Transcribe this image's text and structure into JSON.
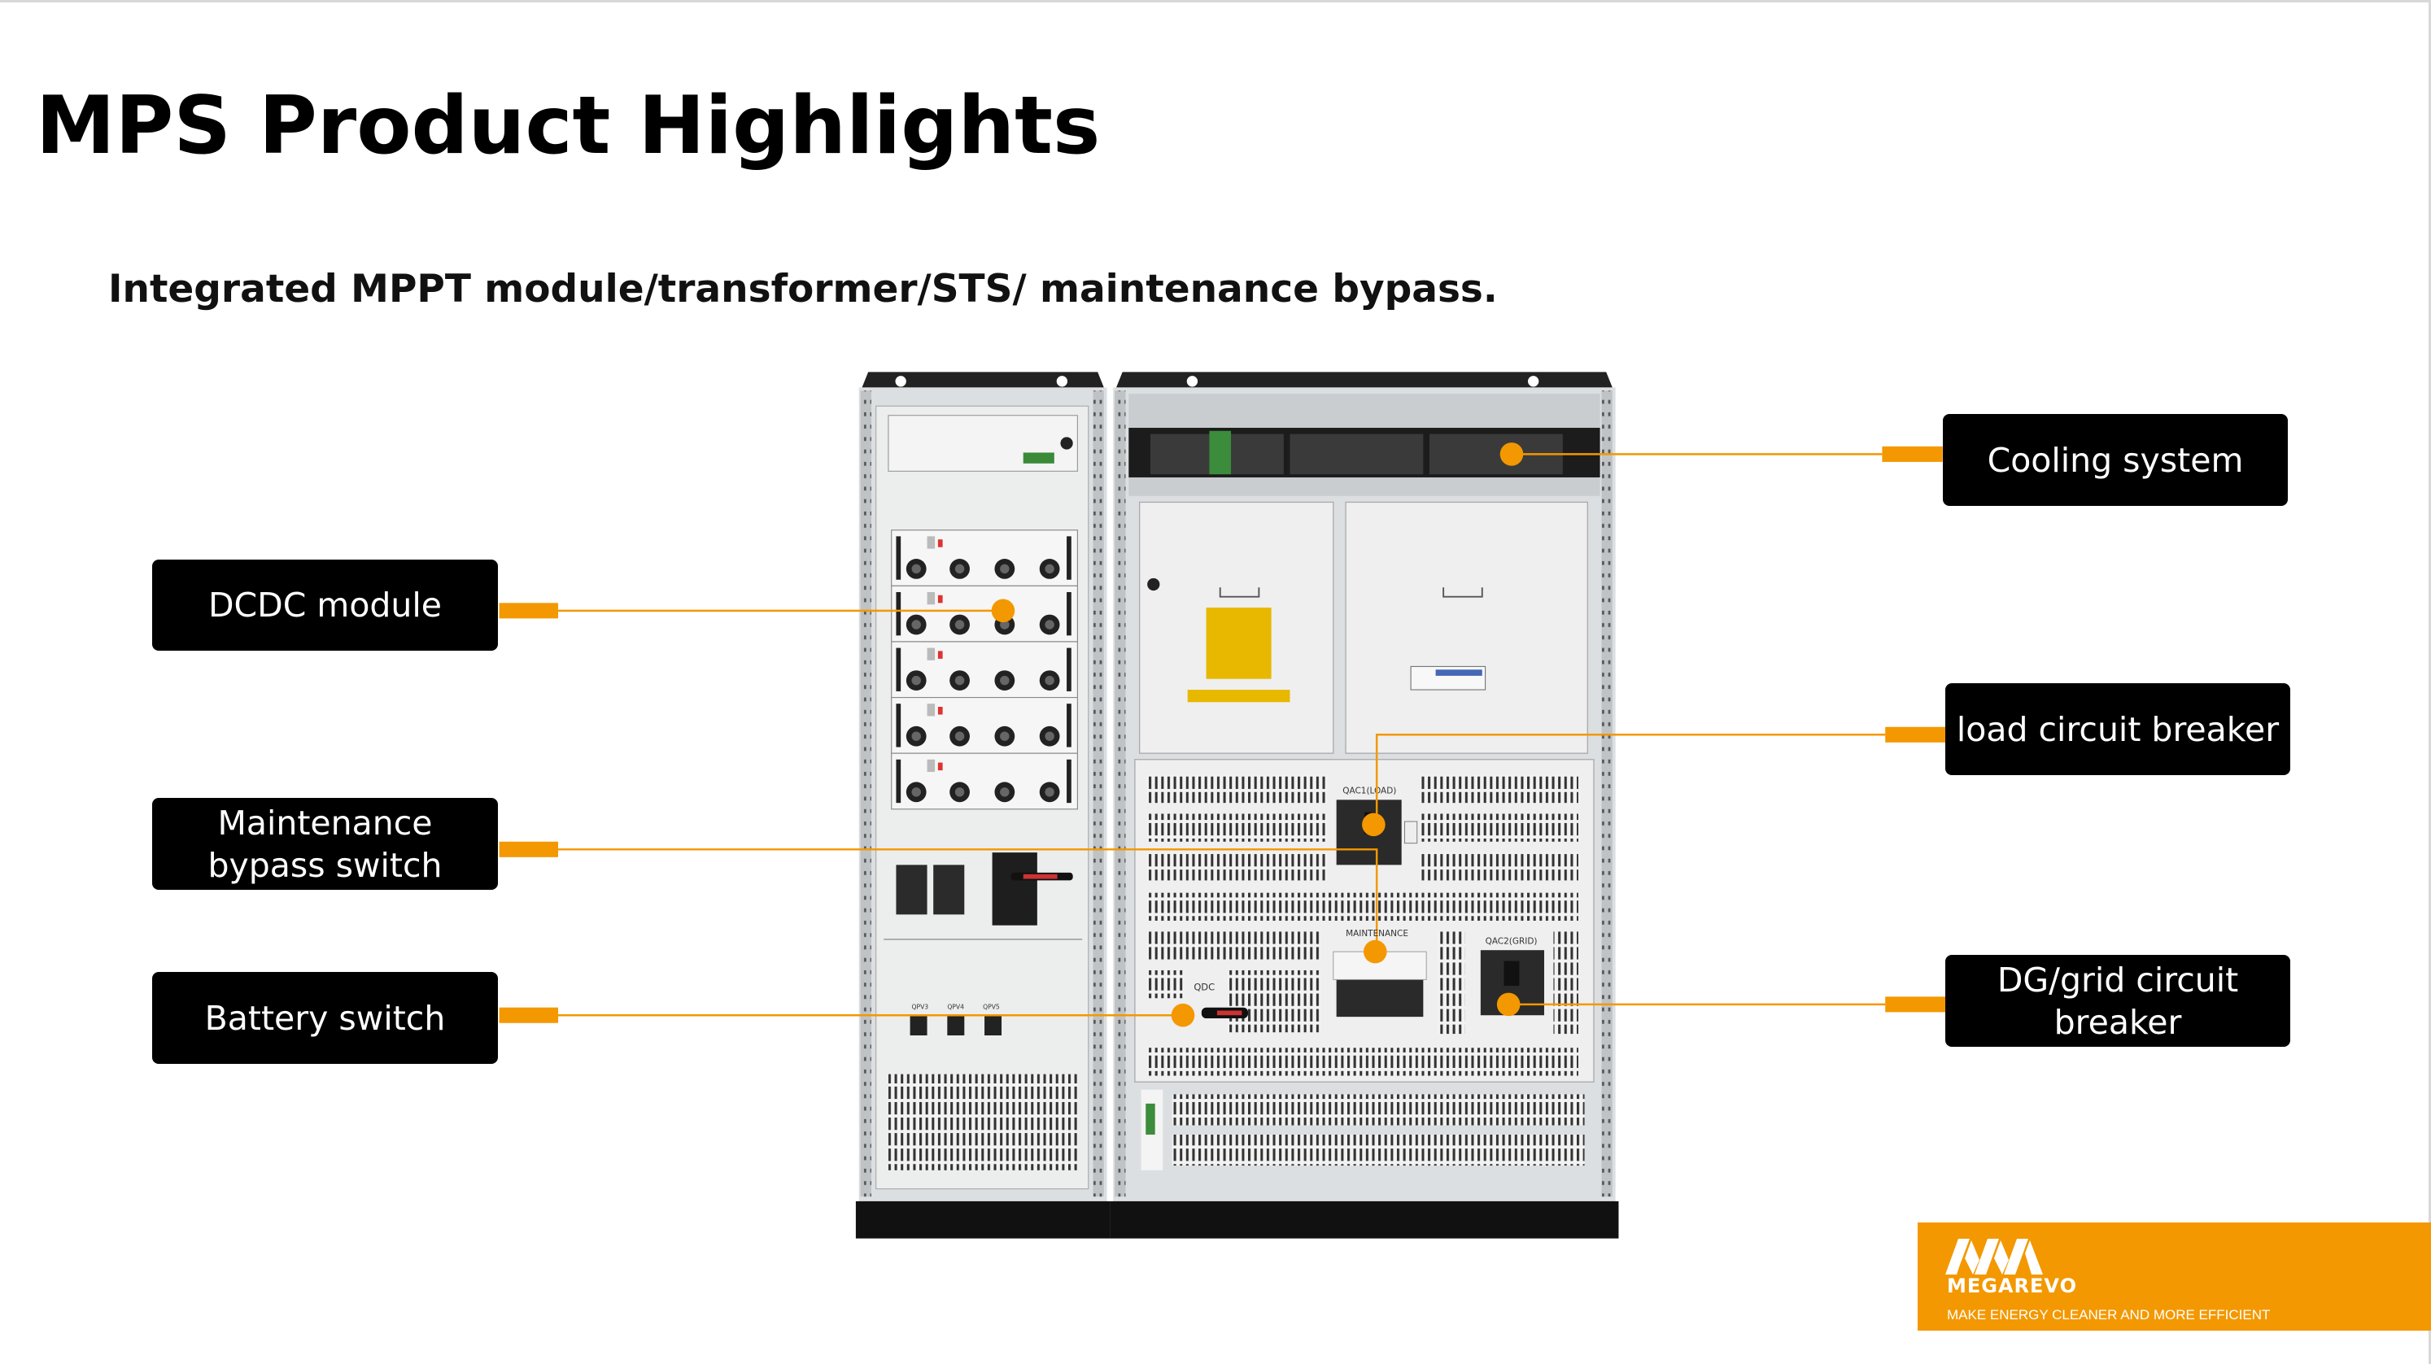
{
  "page": {
    "title": "MPS Product Highlights",
    "subtitle": "Integrated MPPT module/transformer/STS/ maintenance bypass."
  },
  "callouts": {
    "dcdc": "DCDC module",
    "maintenance_line1": "Maintenance",
    "maintenance_line2": "bypass switch",
    "battery": "Battery switch",
    "cooling": "Cooling system",
    "load": "load circuit breaker",
    "dg_line1": "DG/grid circuit",
    "dg_line2": "breaker"
  },
  "cabinet_labels": {
    "qac1": "QAC1(LOAD)",
    "maintenance": "MAINTENANCE",
    "qac2": "QAC2(GRID)",
    "qdc": "QDC",
    "qpv3": "QPV3",
    "qpv4": "QPV4",
    "qpv5": "QPV5"
  },
  "logo": {
    "brand": "MEGAREVO",
    "tagline": "MAKE ENERGY CLEANER AND MORE EFFICIENT"
  },
  "colors": {
    "accent": "#f39800",
    "callout_bg": "#000000"
  }
}
